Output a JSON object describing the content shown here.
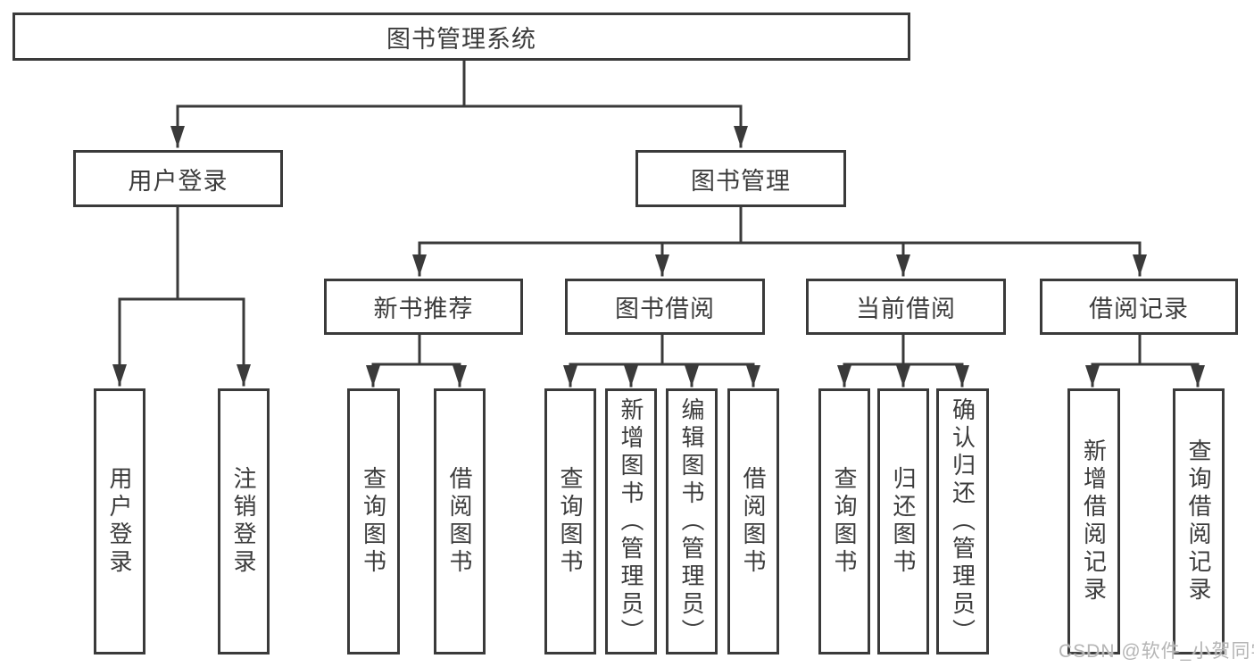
{
  "diagram": {
    "type": "tree",
    "title": "图书管理系统",
    "nodes": {
      "root": {
        "label": "图书管理系统"
      },
      "level2": [
        {
          "label": "用户登录",
          "parent": "图书管理系统"
        },
        {
          "label": "图书管理",
          "parent": "图书管理系统"
        }
      ],
      "level3": [
        {
          "label": "新书推荐",
          "parent": "图书管理"
        },
        {
          "label": "图书借阅",
          "parent": "图书管理"
        },
        {
          "label": "当前借阅",
          "parent": "图书管理"
        },
        {
          "label": "借阅记录",
          "parent": "图书管理"
        }
      ],
      "leaves": [
        {
          "label": "用户登录",
          "parent": "用户登录"
        },
        {
          "label": "注销登录",
          "parent": "用户登录"
        },
        {
          "label": "查询图书",
          "parent": "新书推荐"
        },
        {
          "label": "借阅图书",
          "parent": "新书推荐"
        },
        {
          "label": "查询图书",
          "parent": "图书借阅"
        },
        {
          "label": "新增图书（管理员）",
          "parent": "图书借阅"
        },
        {
          "label": "编辑图书（管理员）",
          "parent": "图书借阅"
        },
        {
          "label": "借阅图书",
          "parent": "图书借阅"
        },
        {
          "label": "查询图书",
          "parent": "当前借阅"
        },
        {
          "label": "归还图书",
          "parent": "当前借阅"
        },
        {
          "label": "确认归还（管理员）",
          "parent": "当前借阅"
        },
        {
          "label": "新增借阅记录",
          "parent": "借阅记录"
        },
        {
          "label": "查询借阅记录",
          "parent": "借阅记录"
        }
      ]
    },
    "watermark": "CSDN @软件_小贺同学"
  },
  "colors": {
    "line": "#3a3a3a",
    "text": "#3c3c3c",
    "background": "#ffffff",
    "watermark": "#b5b5b5"
  }
}
